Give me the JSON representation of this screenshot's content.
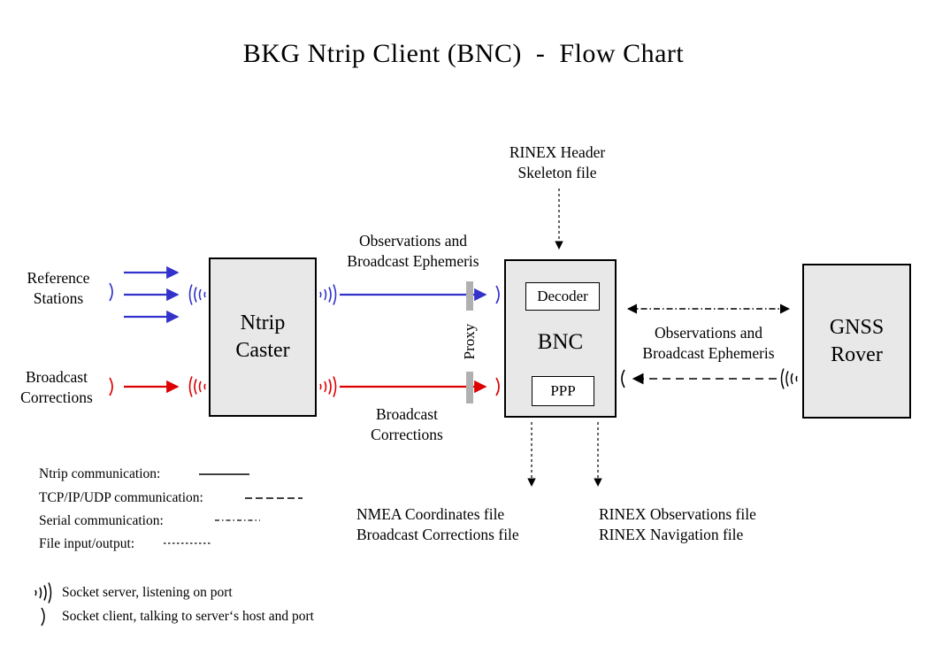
{
  "title": "BKG Ntrip Client (BNC)  -  Flow Chart",
  "boxes": {
    "ntrip_caster": "Ntrip\nCaster",
    "bnc": "BNC",
    "decoder": "Decoder",
    "ppp": "PPP",
    "gnss_rover": "GNSS\nRover"
  },
  "labels": {
    "reference_stations": "Reference\nStations",
    "broadcast_corrections_left": "Broadcast\nCorrections",
    "obs_ephemeris_mid": "Observations and\nBroadcast Ephemeris",
    "broadcast_corrections_mid": "Broadcast\nCorrections",
    "rinex_header": "RINEX Header\nSkeleton file",
    "obs_ephemeris_right": "Observations and\nBroadcast Ephemeris",
    "proxy": "Proxy",
    "nmea_outputs": "NMEA Coordinates file\nBroadcast Corrections file",
    "rinex_outputs": "RINEX Observations file\nRINEX Navigation file"
  },
  "legend": {
    "items": [
      {
        "label": "Ntrip communication:",
        "style": "solid"
      },
      {
        "label": "TCP/IP/UDP communication:",
        "style": "dashed"
      },
      {
        "label": "Serial communication:",
        "style": "dashdot"
      },
      {
        "label": "File input/output:",
        "style": "finedash"
      }
    ],
    "socket_server": "Socket server, listening on port",
    "socket_client": "Socket client, talking to server‘s host and port"
  },
  "colors": {
    "ntrip_blue": "#3333cc",
    "corrections_red": "#dd0000",
    "box_fill": "#e8e8e8",
    "proxy_gray": "#b0b0b0",
    "line_black": "#000000"
  }
}
